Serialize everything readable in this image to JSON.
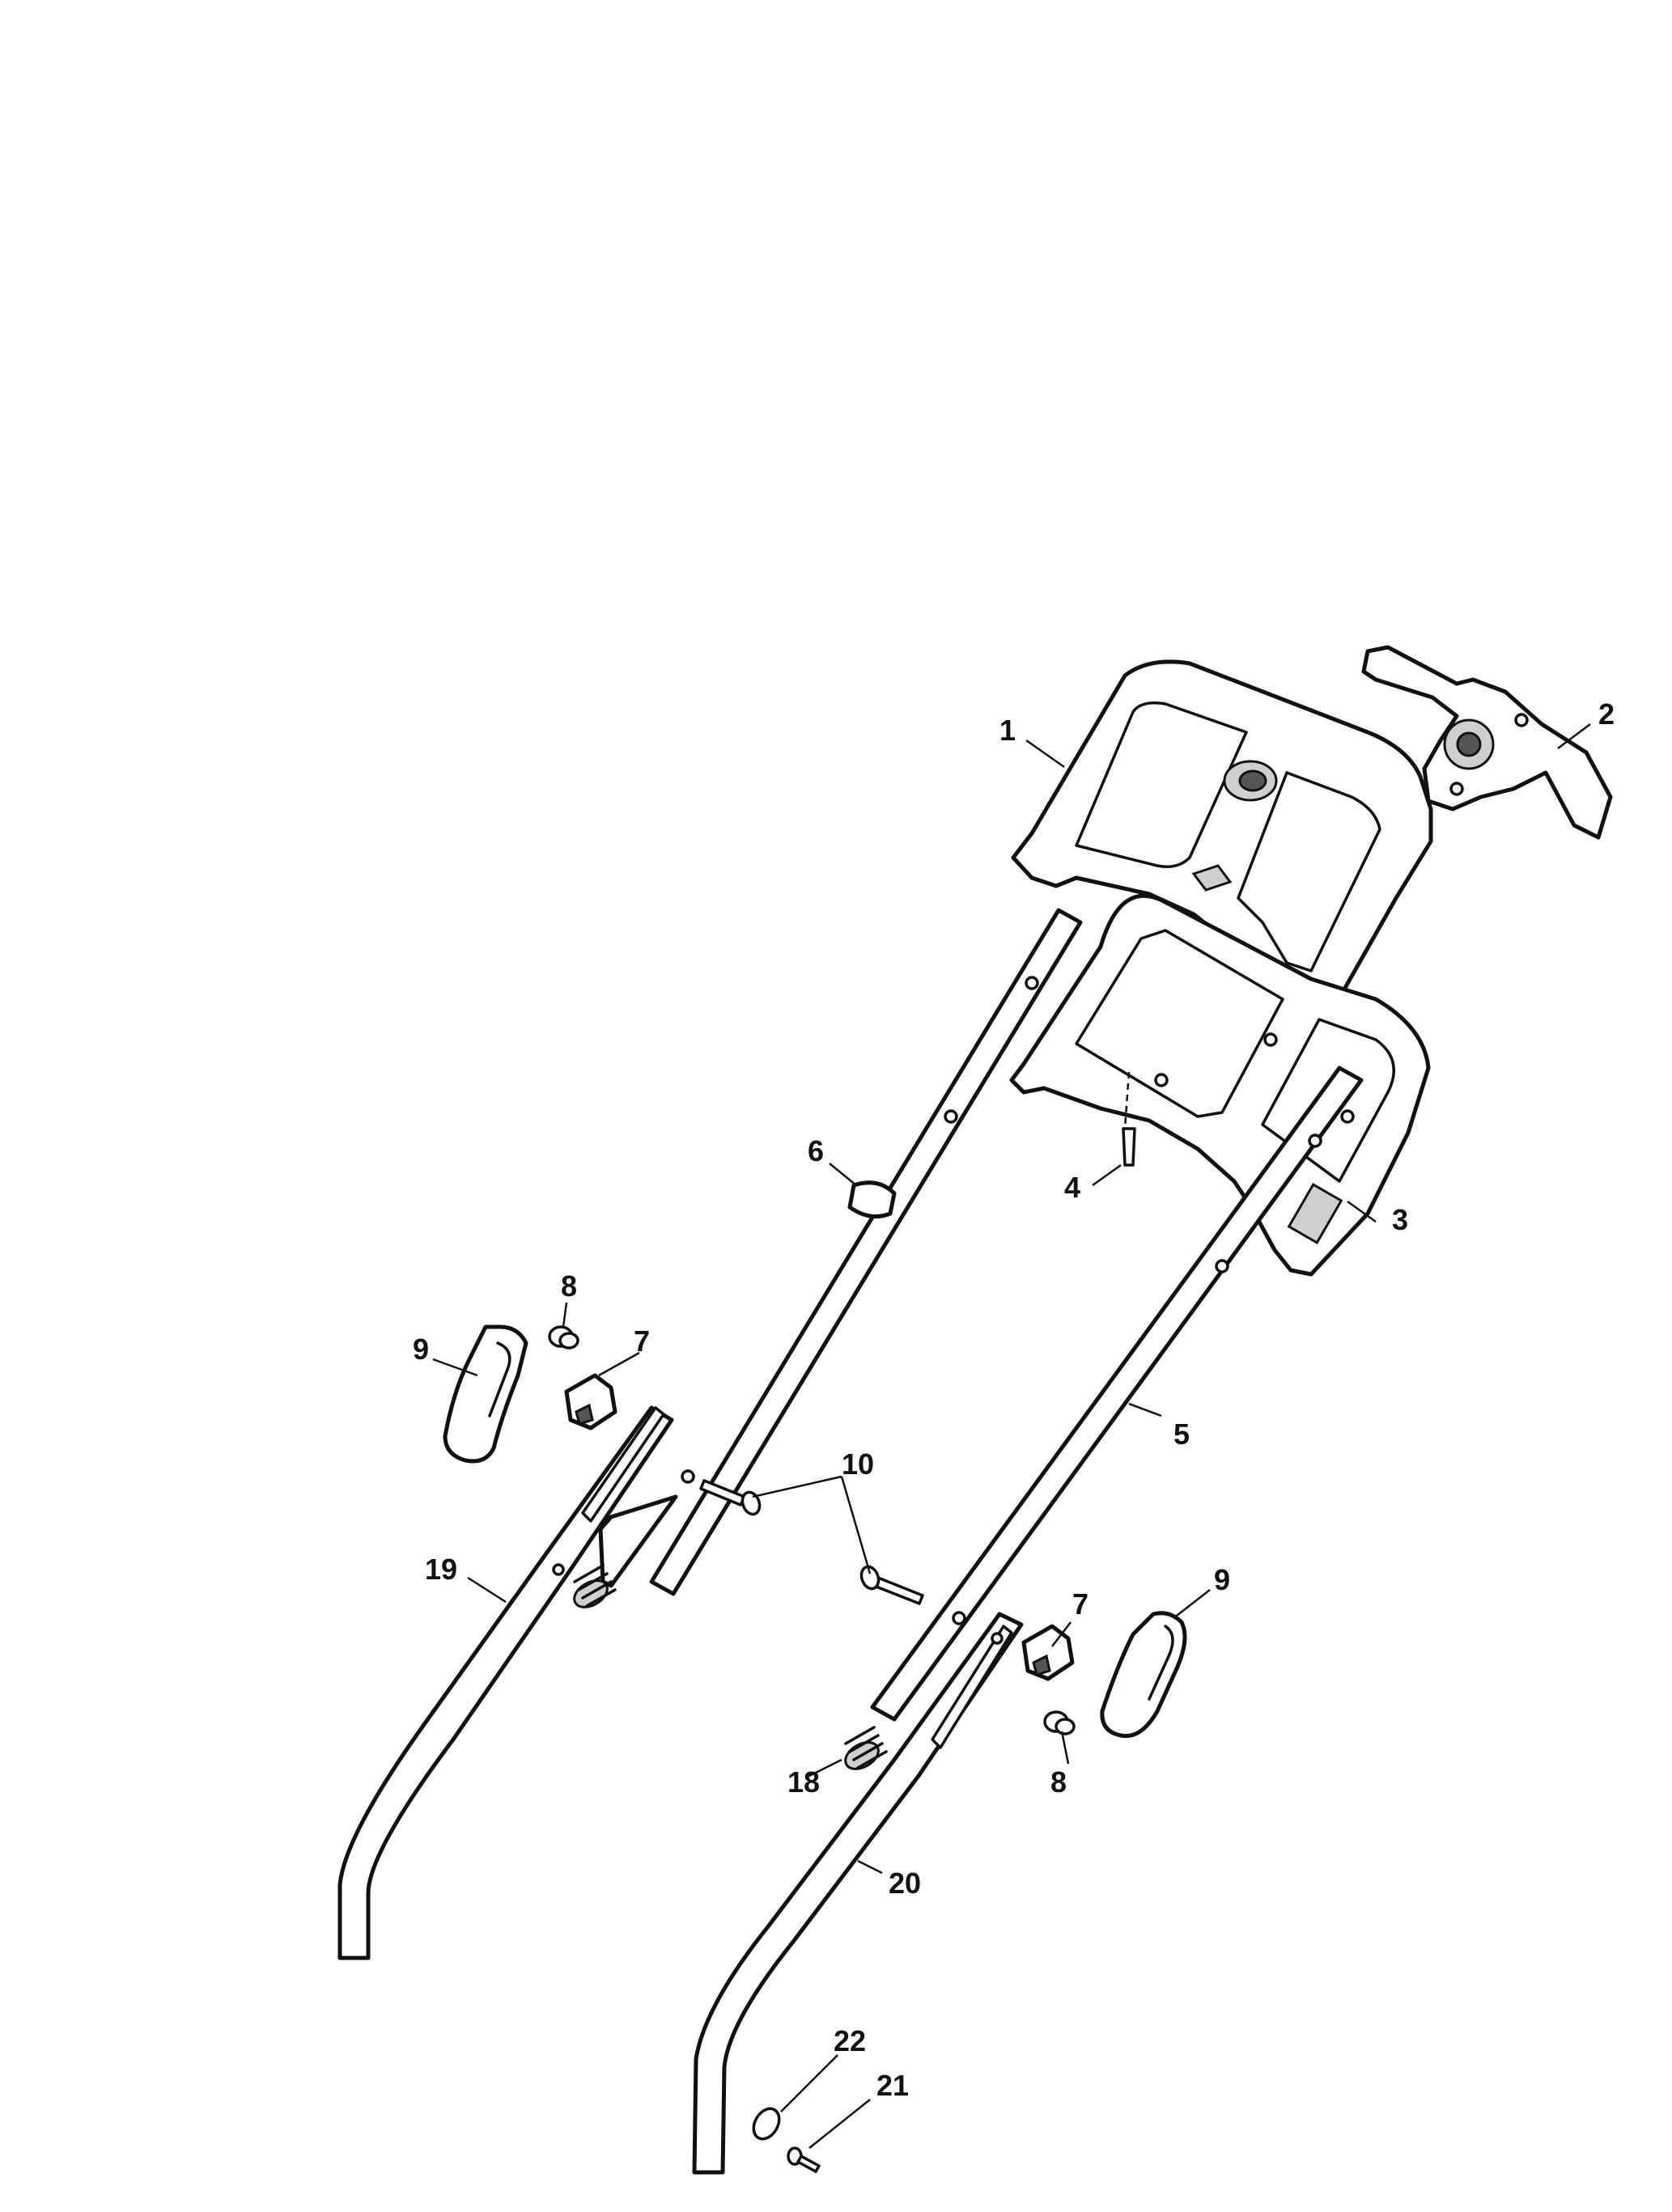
{
  "callouts": {
    "c1": "1",
    "c2": "2",
    "c3": "3",
    "c4": "4",
    "c5": "5",
    "c6": "6",
    "c7a": "7",
    "c7b": "7",
    "c8a": "8",
    "c8b": "8",
    "c9a": "9",
    "c9b": "9",
    "c10": "10",
    "c18": "18",
    "c19": "19",
    "c20": "20",
    "c21": "21",
    "c22": "22"
  },
  "colors": {
    "line": "#111111",
    "background": "#ffffff",
    "shade": "#cfcfcf"
  }
}
